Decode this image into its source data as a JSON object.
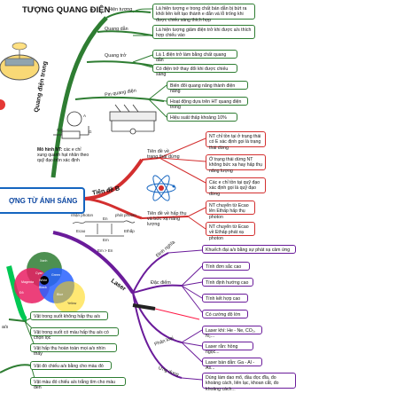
{
  "title_top": "TƯỢNG QUANG ĐIỆN",
  "title_mid": "ỢNG TỪ ÁNH SÁNG",
  "branches": {
    "quang_dien_trong": "Quang điện trong",
    "tien_de_bo": "Tiên đề B",
    "laser": "Laser"
  },
  "sub_labels": {
    "hien_tuong": "Hiện tượng",
    "quang_dan": "Quang dẫn",
    "quang_tro": "Quang trở",
    "pin_quang_dien": "Pin quang điện",
    "tien_de_trang_thai": "Tiên đề về trạng thái dừng",
    "tien_de_hap_thu": "Tiên đề về hấp thụ và bức xạ năng lượng",
    "dinh_nghia": "Định nghĩa",
    "dac_diem": "Đặc điểm",
    "phan_loai": "Phân loại",
    "ung_dung": "Ứng dụng",
    "as_label": "a/s"
  },
  "green_boxes": [
    "Là hiện tượng e trong chất bán dẫn bị bứt ra khỏi liên kết tạo thành e dẫn và lỗ trống khi được chiếu sáng thích hợp",
    "Là hiện tượng giảm điện trở khi được a/s thích hợp chiếu vào",
    "Là 1 điện trở làm bằng chất quang dẫn",
    "Có điện trở thay đổi khi được chiếu sáng",
    "Biến đổi quang năng thành điện năng",
    "Hoạt động dựa trên HT quang điện trong",
    "Hiệu suất thấp khoảng 10%"
  ],
  "red_boxes": [
    "NT chỉ tồn tại ở trạng thái có E xác định gọi là trạng thái dừng",
    "Ở trạng thái dừng NT không bức xạ hay hấp thụ năng lượng",
    "Các e chỉ tồn tại quỹ đạo xác định gọi là quỹ đạo dừng",
    "NT chuyển từ Ecao lên Ethấp hấp thụ photon",
    "NT chuyển từ Ecao về Ethấp phát xạ photon"
  ],
  "purple_boxes": [
    "Khuếch đại a/s bằng sự phát xạ cảm ứng",
    "Tính đơn sắc cao",
    "Tính định hướng cao",
    "Tính kết hợp cao",
    "Có cường độ lớn",
    "Laser khí: He - Ne, CO₂, N₂...",
    "Laser rắn: hồng ngọc...",
    "Laser bán dẫn: Ga - Al - As...",
    "Dùng làm dao mổ, đầu đọc đĩa, đo khoảng cách, liên lạc, khoan cắt, đo khoảng cách..."
  ],
  "left_boxes": [
    "Vật trong suốt không hấp thụ a/s",
    "Vật trong suốt có màu hấp thụ a/s có chọn lọc",
    "Vật hấp thụ hoàn toàn mọi a/s nhìn thấy",
    "Vật đó chiếu a/s bằng cho màu đó",
    "Vật màu đó chiếu a/s trắng tím cho màu đen"
  ],
  "note": {
    "bold": "Mô hình NT:",
    "text": "các e chỉ xung quanh hạt nhân theo quỹ đạo tròn xác định"
  },
  "diagram_labels": {
    "hap_thu": "nhận photon",
    "phat_xa": "phát photon",
    "e_n": "En",
    "e_m": "Em",
    "e_cao": "Ecao",
    "e_thap": "Ethấp",
    "em_gt_en": "Em > En",
    "cathode": "Cat",
    "a_label": "A",
    "g_label": "G"
  },
  "color_wheel": {
    "labels": [
      "Xanh",
      "Đỏ",
      "Green",
      "Blue",
      "Magenta",
      "Black",
      "Yellow",
      "White",
      "Cyan"
    ]
  },
  "colors": {
    "green": "#2e7d32",
    "red": "#d32f2f",
    "purple": "#6a1b9a",
    "blue": "#1565c0",
    "lime": "#00c853"
  }
}
